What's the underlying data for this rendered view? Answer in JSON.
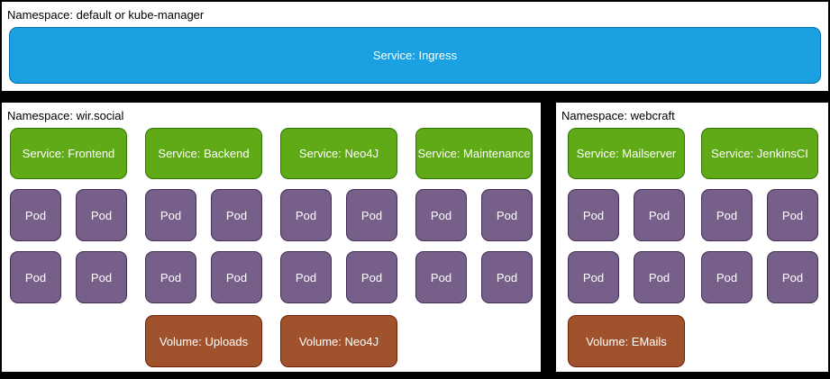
{
  "colors": {
    "background": "#000000",
    "panel": "#ffffff",
    "label_text": "#000000",
    "box_text": "#ffffff",
    "service_ingress_fill": "#1BA1E2",
    "service_ingress_stroke": "#006EAF",
    "service_fill": "#60A917",
    "service_stroke": "#2D7600",
    "pod_fill": "#76608A",
    "pod_stroke": "#432D57",
    "volume_fill": "#A0522D",
    "volume_stroke": "#6D1F00"
  },
  "top_panel": {
    "namespace_label": "Namespace: default or kube-manager",
    "ingress_label": "Service: Ingress"
  },
  "left_panel": {
    "namespace_label": "Namespace: wir.social",
    "columns": [
      {
        "service": "Service: Frontend",
        "pods": [
          "Pod",
          "Pod",
          "Pod",
          "Pod"
        ],
        "volume": null
      },
      {
        "service": "Service: Backend",
        "pods": [
          "Pod",
          "Pod",
          "Pod",
          "Pod"
        ],
        "volume": "Volume: Uploads"
      },
      {
        "service": "Service: Neo4J",
        "pods": [
          "Pod",
          "Pod",
          "Pod",
          "Pod"
        ],
        "volume": "Volume: Neo4J"
      },
      {
        "service": "Service: Maintenance",
        "pods": [
          "Pod",
          "Pod",
          "Pod",
          "Pod"
        ],
        "volume": null
      }
    ]
  },
  "right_panel": {
    "namespace_label": "Namespace: webcraft",
    "columns": [
      {
        "service": "Service: Mailserver",
        "pods": [
          "Pod",
          "Pod",
          "Pod",
          "Pod"
        ],
        "volume": "Volume: EMails"
      },
      {
        "service": "Service: JenkinsCI",
        "pods": [
          "Pod",
          "Pod",
          "Pod",
          "Pod"
        ],
        "volume": null
      }
    ]
  }
}
